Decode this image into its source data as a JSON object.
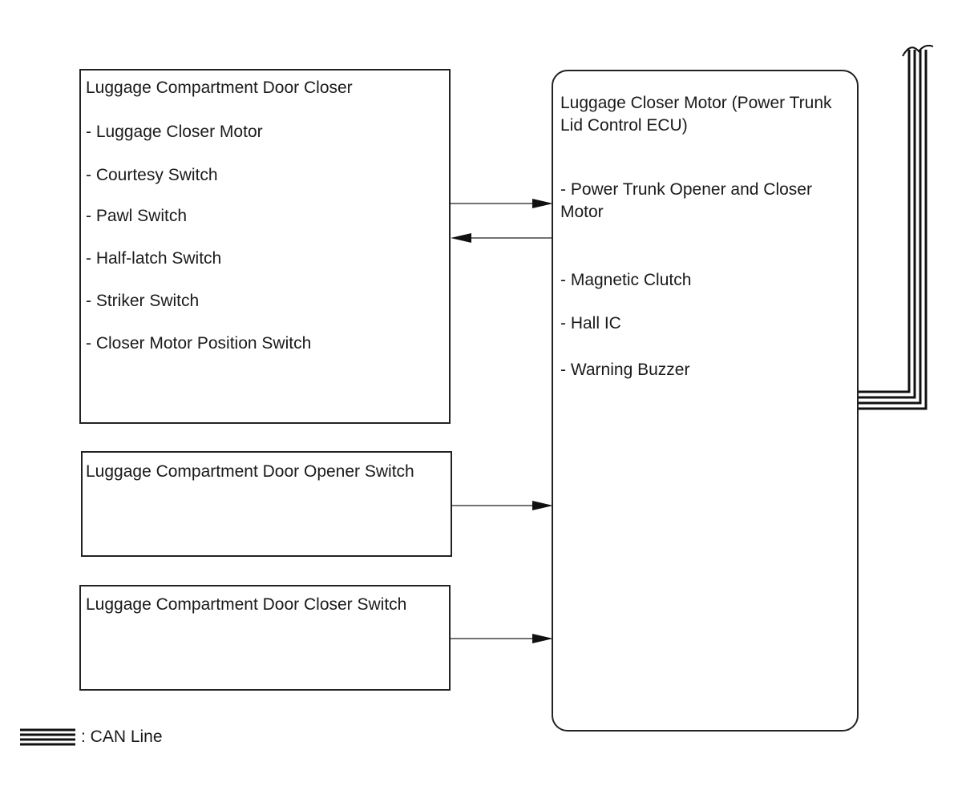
{
  "door_closer": {
    "title": "Luggage Compartment Door Closer",
    "items": [
      "- Luggage Closer Motor",
      "- Courtesy Switch",
      "- Pawl Switch",
      "- Half-latch Switch",
      "- Striker Switch",
      "- Closer Motor Position Switch"
    ]
  },
  "opener_switch": {
    "title": "Luggage Compartment Door Opener Switch"
  },
  "closer_switch": {
    "title": "Luggage Compartment Door Closer Switch"
  },
  "ecu": {
    "title": "Luggage Closer Motor (Power Trunk Lid Control ECU)",
    "items": [
      "- Power Trunk Opener and Closer Motor",
      "- Magnetic Clutch",
      "- Hall IC",
      "- Warning Buzzer"
    ]
  },
  "legend": {
    "can_line_label": ": CAN Line"
  }
}
